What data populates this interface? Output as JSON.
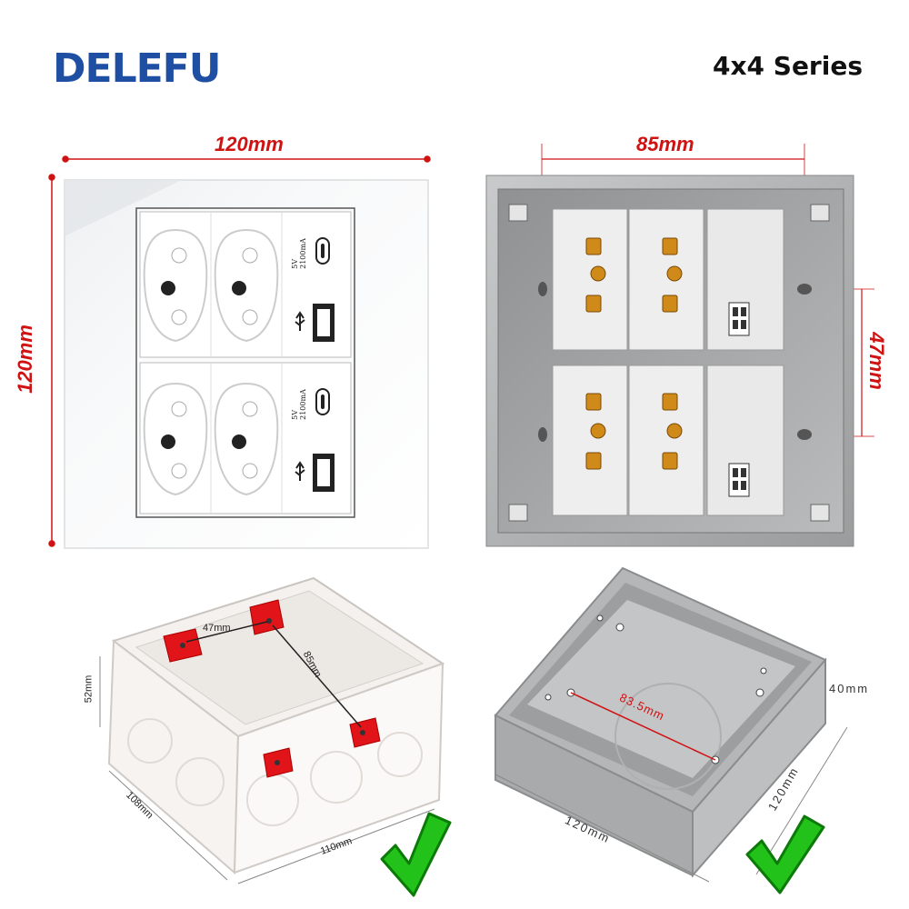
{
  "brand": {
    "name": "DELEFU"
  },
  "header": {
    "series": "4x4 Series"
  },
  "front_panel": {
    "width_label": "120mm",
    "height_label": "120mm",
    "usb_label_line1": "5V",
    "usb_label_line2": "2100mA"
  },
  "back_panel": {
    "hole_spacing_label": "85mm",
    "vertical_spacing_label": "47mm"
  },
  "plastic_box": {
    "dim_47": "47mm",
    "dim_85": "85mm",
    "height": "52mm",
    "depth": "108mm",
    "width": "110mm"
  },
  "metal_box": {
    "diagonal": "83.5mm",
    "height": "40mm",
    "width": "120mm",
    "depth": "120mm"
  },
  "colors": {
    "brand_blue": "#1f4fa3",
    "dimension_red": "#d01212",
    "check_green": "#22c21a"
  }
}
